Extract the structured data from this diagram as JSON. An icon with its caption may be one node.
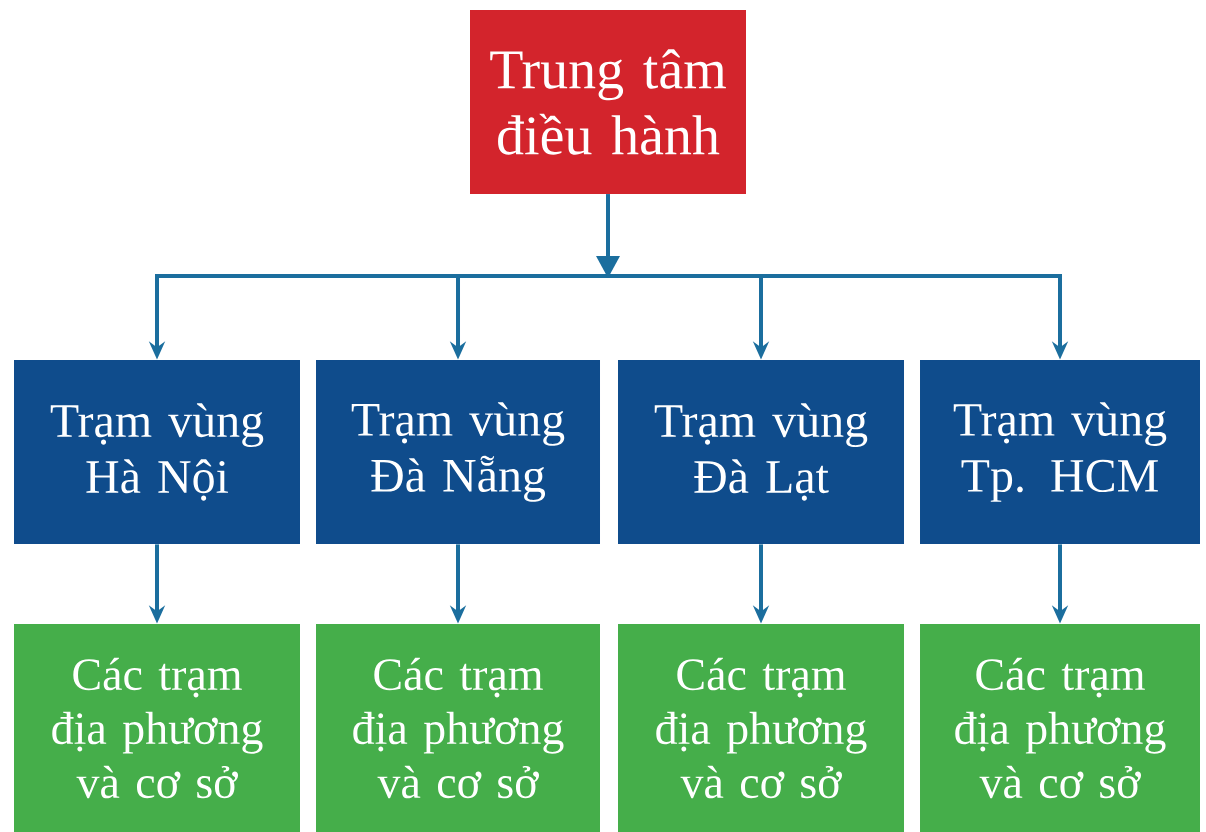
{
  "diagram": {
    "nodes": [
      {
        "text": [
          "Trung tâm điều hành"
        ]
      },
      {
        "text": [
          "Trạm vùng Hà Nội"
        ]
      },
      {
        "text": [
          "Trạm vùng Đà Nẵng"
        ]
      },
      {
        "text": [
          "Trạm vùng Đà Lạt"
        ]
      },
      {
        "text": [
          "Trạm vùng Tp. HCM"
        ]
      },
      {
        "text": [
          "Các trạm địa phương và cơ sở"
        ]
      },
      {
        "text": [
          "Các trạm địa phương và cơ sở"
        ]
      },
      {
        "text": [
          "Các trạm địa phương và cơ sở"
        ]
      },
      {
        "text": [
          "Các trạm địa phương và cơ sở"
        ]
      }
    ],
    "edges": [
      {
        "from": 0,
        "to": 1,
        "arrow": "to"
      },
      {
        "from": 0,
        "to": 2,
        "arrow": "to"
      },
      {
        "from": 0,
        "to": 3,
        "arrow": "to"
      },
      {
        "from": 0,
        "to": 4,
        "arrow": "to"
      },
      {
        "from": 1,
        "to": 5,
        "arrow": "to"
      },
      {
        "from": 2,
        "to": 6,
        "arrow": "to"
      },
      {
        "from": 3,
        "to": 7,
        "arrow": "to"
      },
      {
        "from": 4,
        "to": 8,
        "arrow": "to"
      }
    ]
  }
}
